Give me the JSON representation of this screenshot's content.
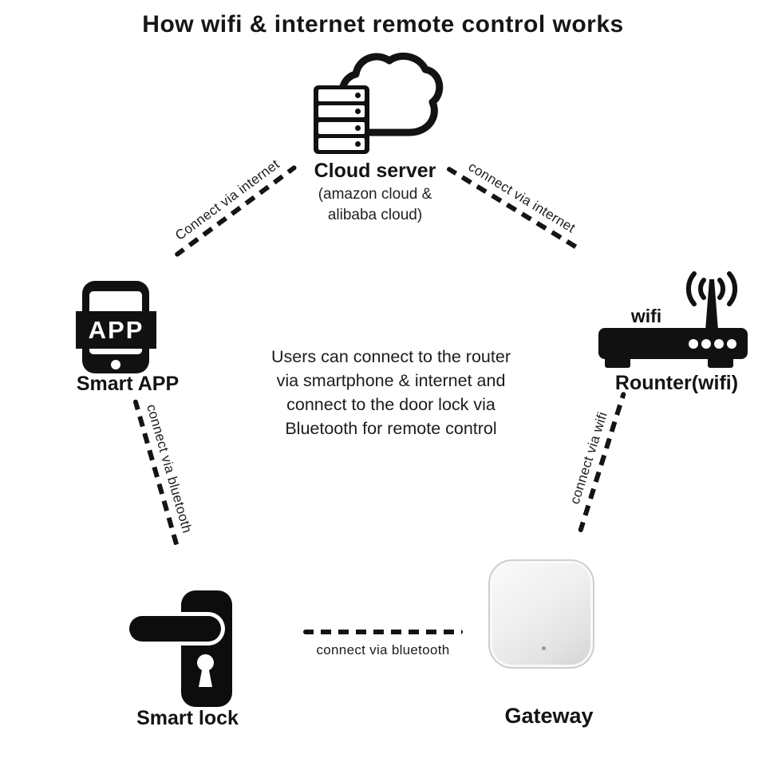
{
  "title": "How wifi & internet remote control works",
  "center_text": {
    "lines": [
      "Users can connect to the router",
      "via smartphone & internet and",
      "connect to the door lock via",
      "Bluetooth for remote control"
    ]
  },
  "nodes": {
    "cloud_server": {
      "label": "Cloud server",
      "sublabel_line1": "(amazon cloud &",
      "sublabel_line2": "alibaba cloud)"
    },
    "smart_app": {
      "label": "Smart APP",
      "badge": "APP"
    },
    "router": {
      "label": "Rounter(wifi)",
      "wifi_caption": "wifi"
    },
    "smart_lock": {
      "label": "Smart lock"
    },
    "gateway": {
      "label": "Gateway"
    }
  },
  "connections": [
    {
      "id": "app-to-cloud",
      "label": "Connect via internet"
    },
    {
      "id": "cloud-to-router",
      "label": "connect via internet"
    },
    {
      "id": "app-to-lock",
      "label": "connect via bluetooth"
    },
    {
      "id": "gateway-to-router",
      "label": "connect via wifi"
    },
    {
      "id": "lock-to-gateway",
      "label": "connect via bluetooth"
    }
  ],
  "colors": {
    "ink": "#111111",
    "background": "#ffffff",
    "gateway_body": "#e9e9e9"
  }
}
